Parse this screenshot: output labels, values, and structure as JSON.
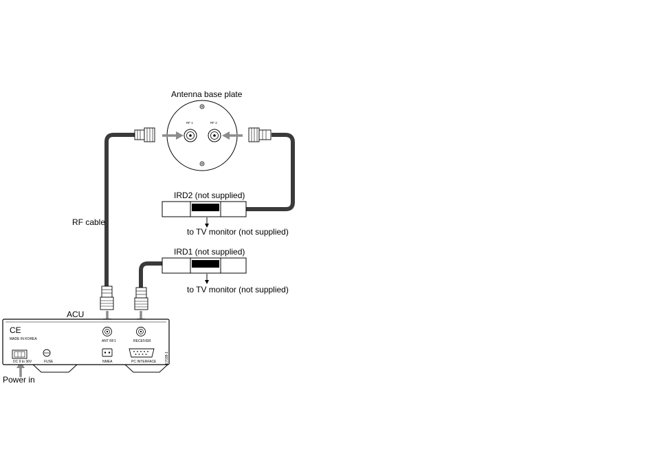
{
  "labels": {
    "antenna_base_plate": "Antenna base plate",
    "rf1": "RF 1",
    "rf2": "RF 2",
    "ird2": "IRD2 (not supplied)",
    "ird1": "IRD1 (not supplied)",
    "to_tv_1": "to TV monitor (not supplied)",
    "to_tv_2": "to TV monitor (not supplied)",
    "rf_cable": "RF cable",
    "acu": "ACU",
    "power_in": "Power in"
  },
  "acu_panel": {
    "ce_mark": "CE",
    "made_in": "MADE IN KOREA",
    "dc_input": "DC 9 to 36V",
    "fuse": "FUSE",
    "nmea": "NMEA",
    "ant_rf1": "ANT RF1",
    "receiver": "RECEIVER",
    "pc_interface": "PC INTERFACE",
    "doc_code": "E7038-1"
  },
  "colors": {
    "line": "#000000",
    "cable": "#3a3a3a",
    "arrow_gray": "#8c8c8c"
  }
}
